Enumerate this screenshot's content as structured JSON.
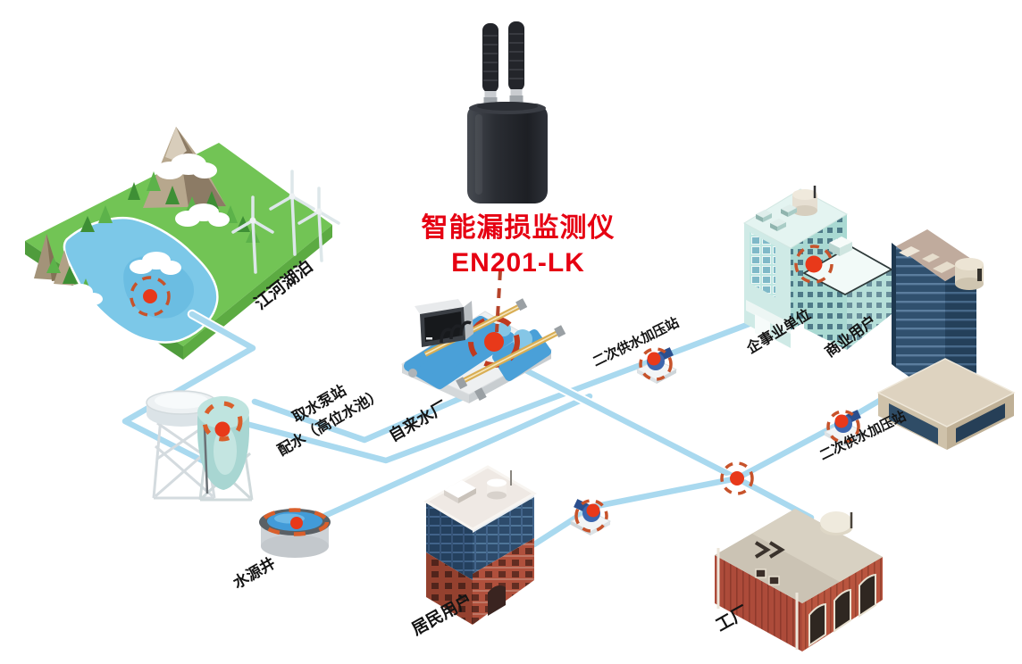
{
  "title": {
    "line1": "智能漏损监测仪",
    "line2": "EN201-LK"
  },
  "labels": {
    "river_lake": "江河湖泊",
    "intake_pump_station": "取水泵站",
    "high_level_pool": "配水（高位水池）",
    "water_well": "水源井",
    "waterworks": "自来水厂",
    "secondary_pressure_station_1": "二次供水加压站",
    "enterprise_unit": "企事业单位",
    "commercial_user": "商业用户",
    "secondary_pressure_station_2": "二次供水加压站",
    "residential_user": "居民用户",
    "factory": "工厂"
  },
  "colors": {
    "pipe": "#a9d9ef",
    "monitor_dot": "#e8391a",
    "dashed_ring": "#c7532b",
    "title_text": "#e60012",
    "label_text": "#141414"
  },
  "monitor_points_count": 9
}
